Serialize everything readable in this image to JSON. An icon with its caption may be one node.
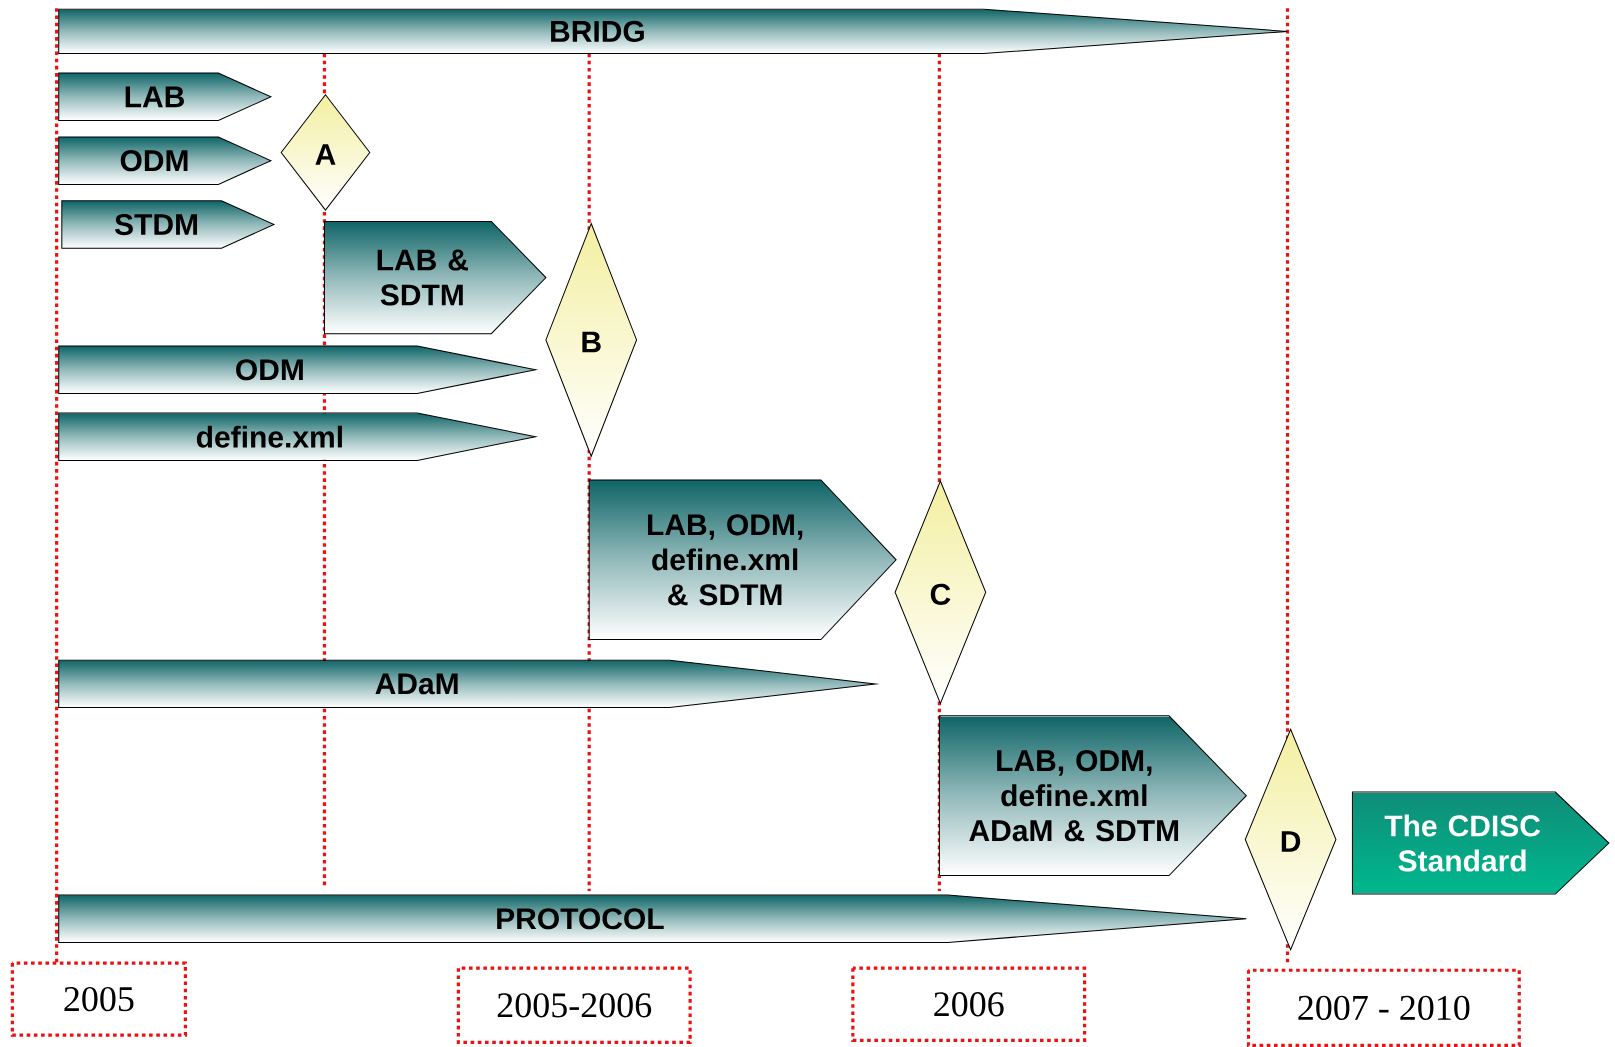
{
  "diagram": {
    "nodes": [
      {
        "text": [
          "BRIDG"
        ]
      },
      {
        "text": [
          "LAB"
        ]
      },
      {
        "text": [
          "ODM"
        ]
      },
      {
        "text": [
          "STDM"
        ]
      },
      {
        "text": [
          "A"
        ]
      },
      {
        "text": [
          "LAB & SDTM"
        ]
      },
      {
        "text": [
          "B"
        ]
      },
      {
        "text": [
          "ODM"
        ]
      },
      {
        "text": [
          "define.xml"
        ]
      },
      {
        "text": [
          "LAB, ODM, define.xml & SDTM"
        ]
      },
      {
        "text": [
          "C"
        ]
      },
      {
        "text": [
          "ADaM"
        ]
      },
      {
        "text": [
          "LAB, ODM, define.xml ADaM & SDTM"
        ]
      },
      {
        "text": [
          "D"
        ]
      },
      {
        "text": [
          "The CDISC Standard"
        ]
      },
      {
        "text": [
          "PROTOCOL"
        ]
      },
      {
        "text": [
          "2005"
        ]
      },
      {
        "text": [
          "2005-2006"
        ]
      },
      {
        "text": [
          "2006"
        ]
      },
      {
        "text": [
          "2007 - 2010"
        ]
      }
    ]
  }
}
